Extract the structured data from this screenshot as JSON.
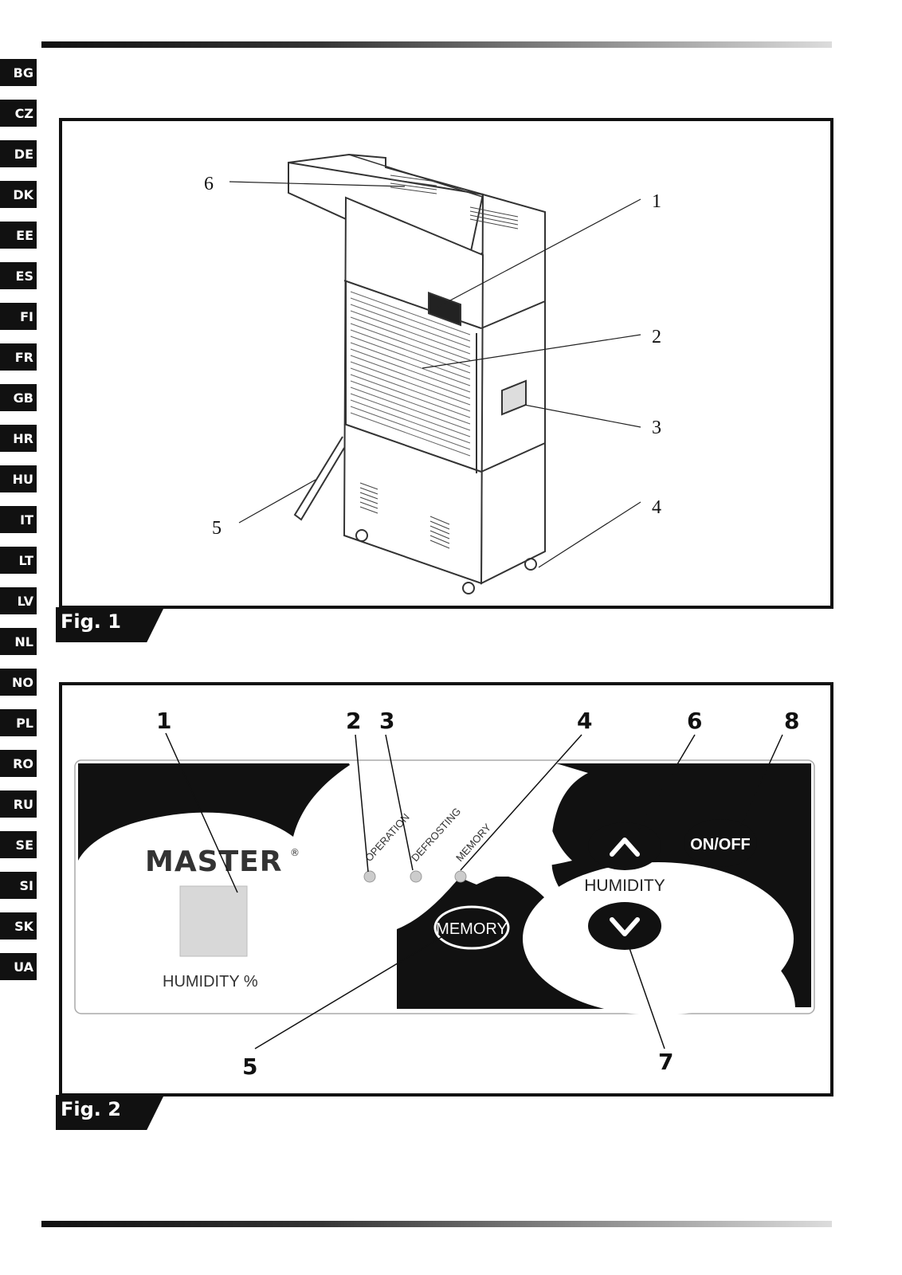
{
  "languages": [
    "BG",
    "CZ",
    "DE",
    "DK",
    "EE",
    "ES",
    "FI",
    "FR",
    "GB",
    "HR",
    "HU",
    "IT",
    "LT",
    "LV",
    "NL",
    "NO",
    "PL",
    "RO",
    "RU",
    "SE",
    "SI",
    "SK",
    "UA"
  ],
  "fig1": {
    "label": "Fig. 1",
    "callouts": [
      "6",
      "1",
      "2",
      "3",
      "4",
      "5"
    ]
  },
  "fig2": {
    "label": "Fig. 2",
    "callouts": [
      "1",
      "2",
      "3",
      "4",
      "6",
      "8",
      "5",
      "7"
    ],
    "panel": {
      "brand": "MASTER",
      "brand_mark": "®",
      "display_label": "HUMIDITY %",
      "led_operation": "OPERATION",
      "led_defrosting": "DEFROSTING",
      "led_memory": "MEMORY",
      "memory_button": "MEMORY",
      "humidity_label": "HUMIDITY",
      "onoff_button": "ON/OFF"
    }
  }
}
